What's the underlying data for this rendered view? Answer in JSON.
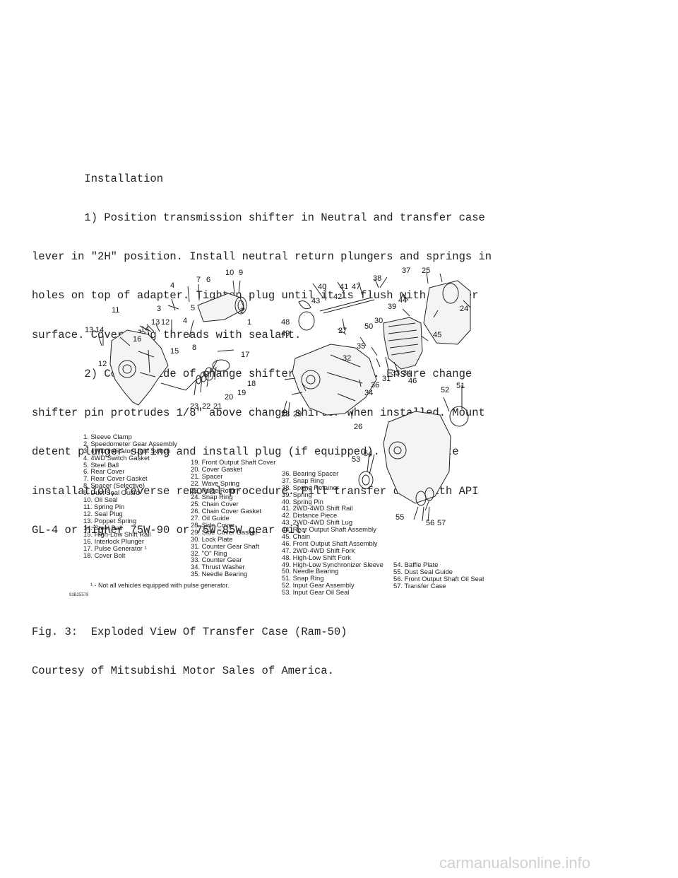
{
  "section": {
    "heading": "        Installation",
    "lines": [
      "        1) Position transmission shifter in Neutral and transfer case",
      "lever in \"2H\" position. Install neutral return plungers and springs in",
      "holes on top of adapter. Tighten plug until it is flush with adapter",
      "surface. Cover plug threads with sealant.",
      "        2) Coat inside of change shifter with grease. Ensure change",
      "shifter pin protrudes 1/8\" above change shifter when installed. Mount",
      "detent plunger spring and install plug (if equipped). To complete",
      "installation, reverse removal procedure. Fill transfer case with API",
      "GL-4 or higher 75W-90 or 75W-85W gear oil."
    ]
  },
  "figure": {
    "legend_col1": [
      "1. Sleeve Clamp",
      "2. Speedometer Gear Assembly",
      "3. 4WD Indicator Light Switch",
      "4. 4WD Switch Gasket",
      "5. Steel Ball",
      "6. Rear Cover",
      "7. Rear Cover Gasket",
      "8. Spacer (Selective)",
      "9. Dust Seal Guard",
      "10. Oil Seal",
      "11. Spring Pin",
      "12. Seal Plug",
      "13. Poppet Spring",
      "14. Steel Ball",
      "15. High-Low Shift Rail",
      "16. Interlock Plunger",
      "17. Pulse Generator ¹",
      "18. Cover Bolt"
    ],
    "legend_col2": [
      "19. Front Output Shaft Cover",
      "20. Cover Gasket",
      "21. Spacer",
      "22. Wave Spring",
      "23. Pulse Rotor ¹",
      "24. Snap Ring",
      "25. Chain Cover",
      "26. Chain Cover Gasket",
      "27. Oil Guide",
      "28. Side Cover",
      "29. Side Cover Gasket",
      "30. Lock Plate",
      "31. Counter Gear Shaft",
      "32. \"O\" Ring",
      "33. Counter Gear",
      "34. Thrust Washer",
      "35. Needle Bearing"
    ],
    "legend_col3": [
      "36. Bearing Spacer",
      "37. Snap Ring",
      "38. Spring Retainer",
      "39. Spring",
      "40. Spring Pin",
      "41. 2WD-4WD Shift Rail",
      "42. Distance Piece",
      "43. 2WD-4WD Shift Lug",
      "44. Rear Output Shaft Assembly",
      "45. Chain",
      "46. Front Output Shaft Assembly",
      "47. 2WD-4WD Shift Fork",
      "48. High-Low Shift Fork",
      "49. High-Low Synchronizer Sleeve",
      "50. Needle Bearing",
      "51. Snap Ring",
      "52. Input Gear Assembly",
      "53. Input Gear Oil Seal"
    ],
    "legend_col4": [
      "54. Baffle Plate",
      "55. Dust Seal Guide",
      "56. Front Output Shaft Oil Seal",
      "57. Transfer Case"
    ],
    "footnote": "¹ - Not all vehicles equipped with pulse generator.",
    "figure_id": "93B25578",
    "callouts": {
      "n1": "1",
      "n2": "2",
      "n3": "3",
      "n4": "4",
      "n4b": "4",
      "n5": "5",
      "n6": "6",
      "n7": "7",
      "n8": "8",
      "n9": "9",
      "n10": "10",
      "n11": "11",
      "n12": "12",
      "n12b": "12",
      "n13": "13",
      "n13b": "13",
      "n14": "14",
      "n14b": "14",
      "n15": "15",
      "n16": "16",
      "n17": "17",
      "n18": "18",
      "n19": "19",
      "n20": "20",
      "n21": "21",
      "n22": "22",
      "n23": "23",
      "n24": "24",
      "n25": "25",
      "n26": "26",
      "n27": "27",
      "n28": "28",
      "n29": "29",
      "n30": "30",
      "n31": "31",
      "n32": "32",
      "n33": "33",
      "n34": "34",
      "n34b": "34",
      "n35": "35",
      "n36": "36",
      "n37": "37",
      "n38": "38",
      "n39": "39",
      "n40": "40",
      "n41": "41",
      "n42": "42",
      "n43": "43",
      "n44": "44",
      "n45": "45",
      "n46": "46",
      "n47": "47",
      "n48": "48",
      "n49": "49",
      "n50": "50",
      "n51": "51",
      "n52": "52",
      "n53": "53",
      "n54": "54",
      "n55": "55",
      "n56": "56",
      "n57": "57"
    }
  },
  "caption": {
    "line1": "Fig. 3:  Exploded View Of Transfer Case (Ram-50)",
    "line2": "Courtesy of Mitsubishi Motor Sales of America."
  },
  "watermark": "carmanualsonline.info"
}
